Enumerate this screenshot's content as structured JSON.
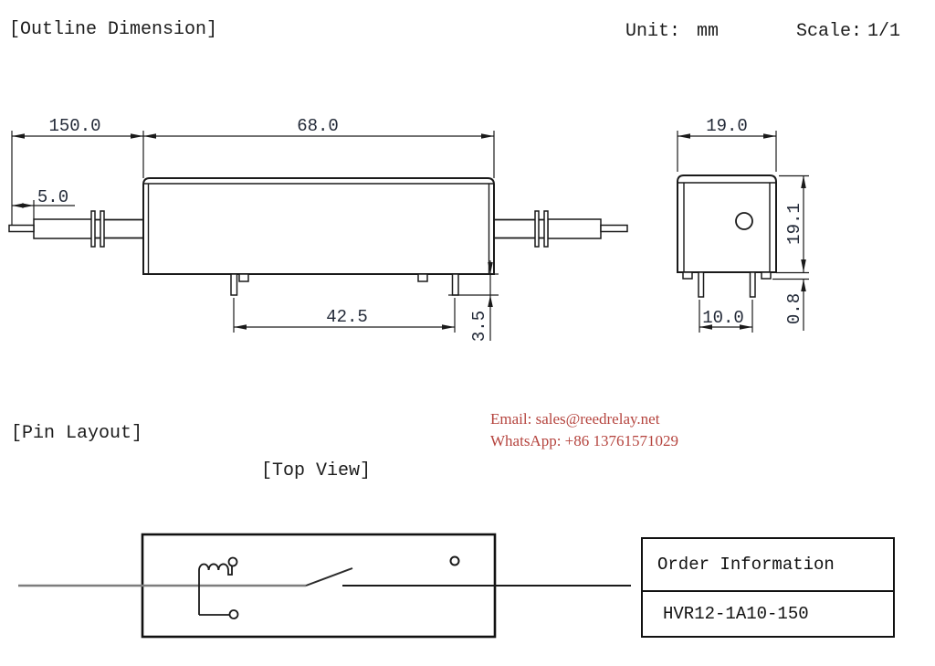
{
  "header": {
    "title": "[Outline Dimension]",
    "unit_label": "Unit:",
    "unit_value": "mm",
    "scale_label": "Scale:",
    "scale_value": "1/1"
  },
  "outline_drawing": {
    "side_view": {
      "dim_lead_length": "150.0",
      "dim_body_length": "68.0",
      "dim_lead_tip": "5.0",
      "dim_pin_spacing": "42.5",
      "dim_pin_length": "3.5"
    },
    "end_view": {
      "dim_body_width": "19.0",
      "dim_body_height": "19.1",
      "dim_pin_spacing": "10.0",
      "dim_standoff": "0.8"
    }
  },
  "pin_layout": {
    "section_label": "[Pin Layout]",
    "view_label": "[Top View]"
  },
  "contact": {
    "email": "Email: sales@reedrelay.net",
    "whatsapp": "WhatsApp: +86 13761571029"
  },
  "order": {
    "title": "Order Information",
    "part_number": "HVR12-1A10-150"
  },
  "colors": {
    "line": "#1a1a1a",
    "dim_text": "#232a38",
    "contact_red": "#b5443e",
    "schematic_gray": "#7d7d7d"
  }
}
